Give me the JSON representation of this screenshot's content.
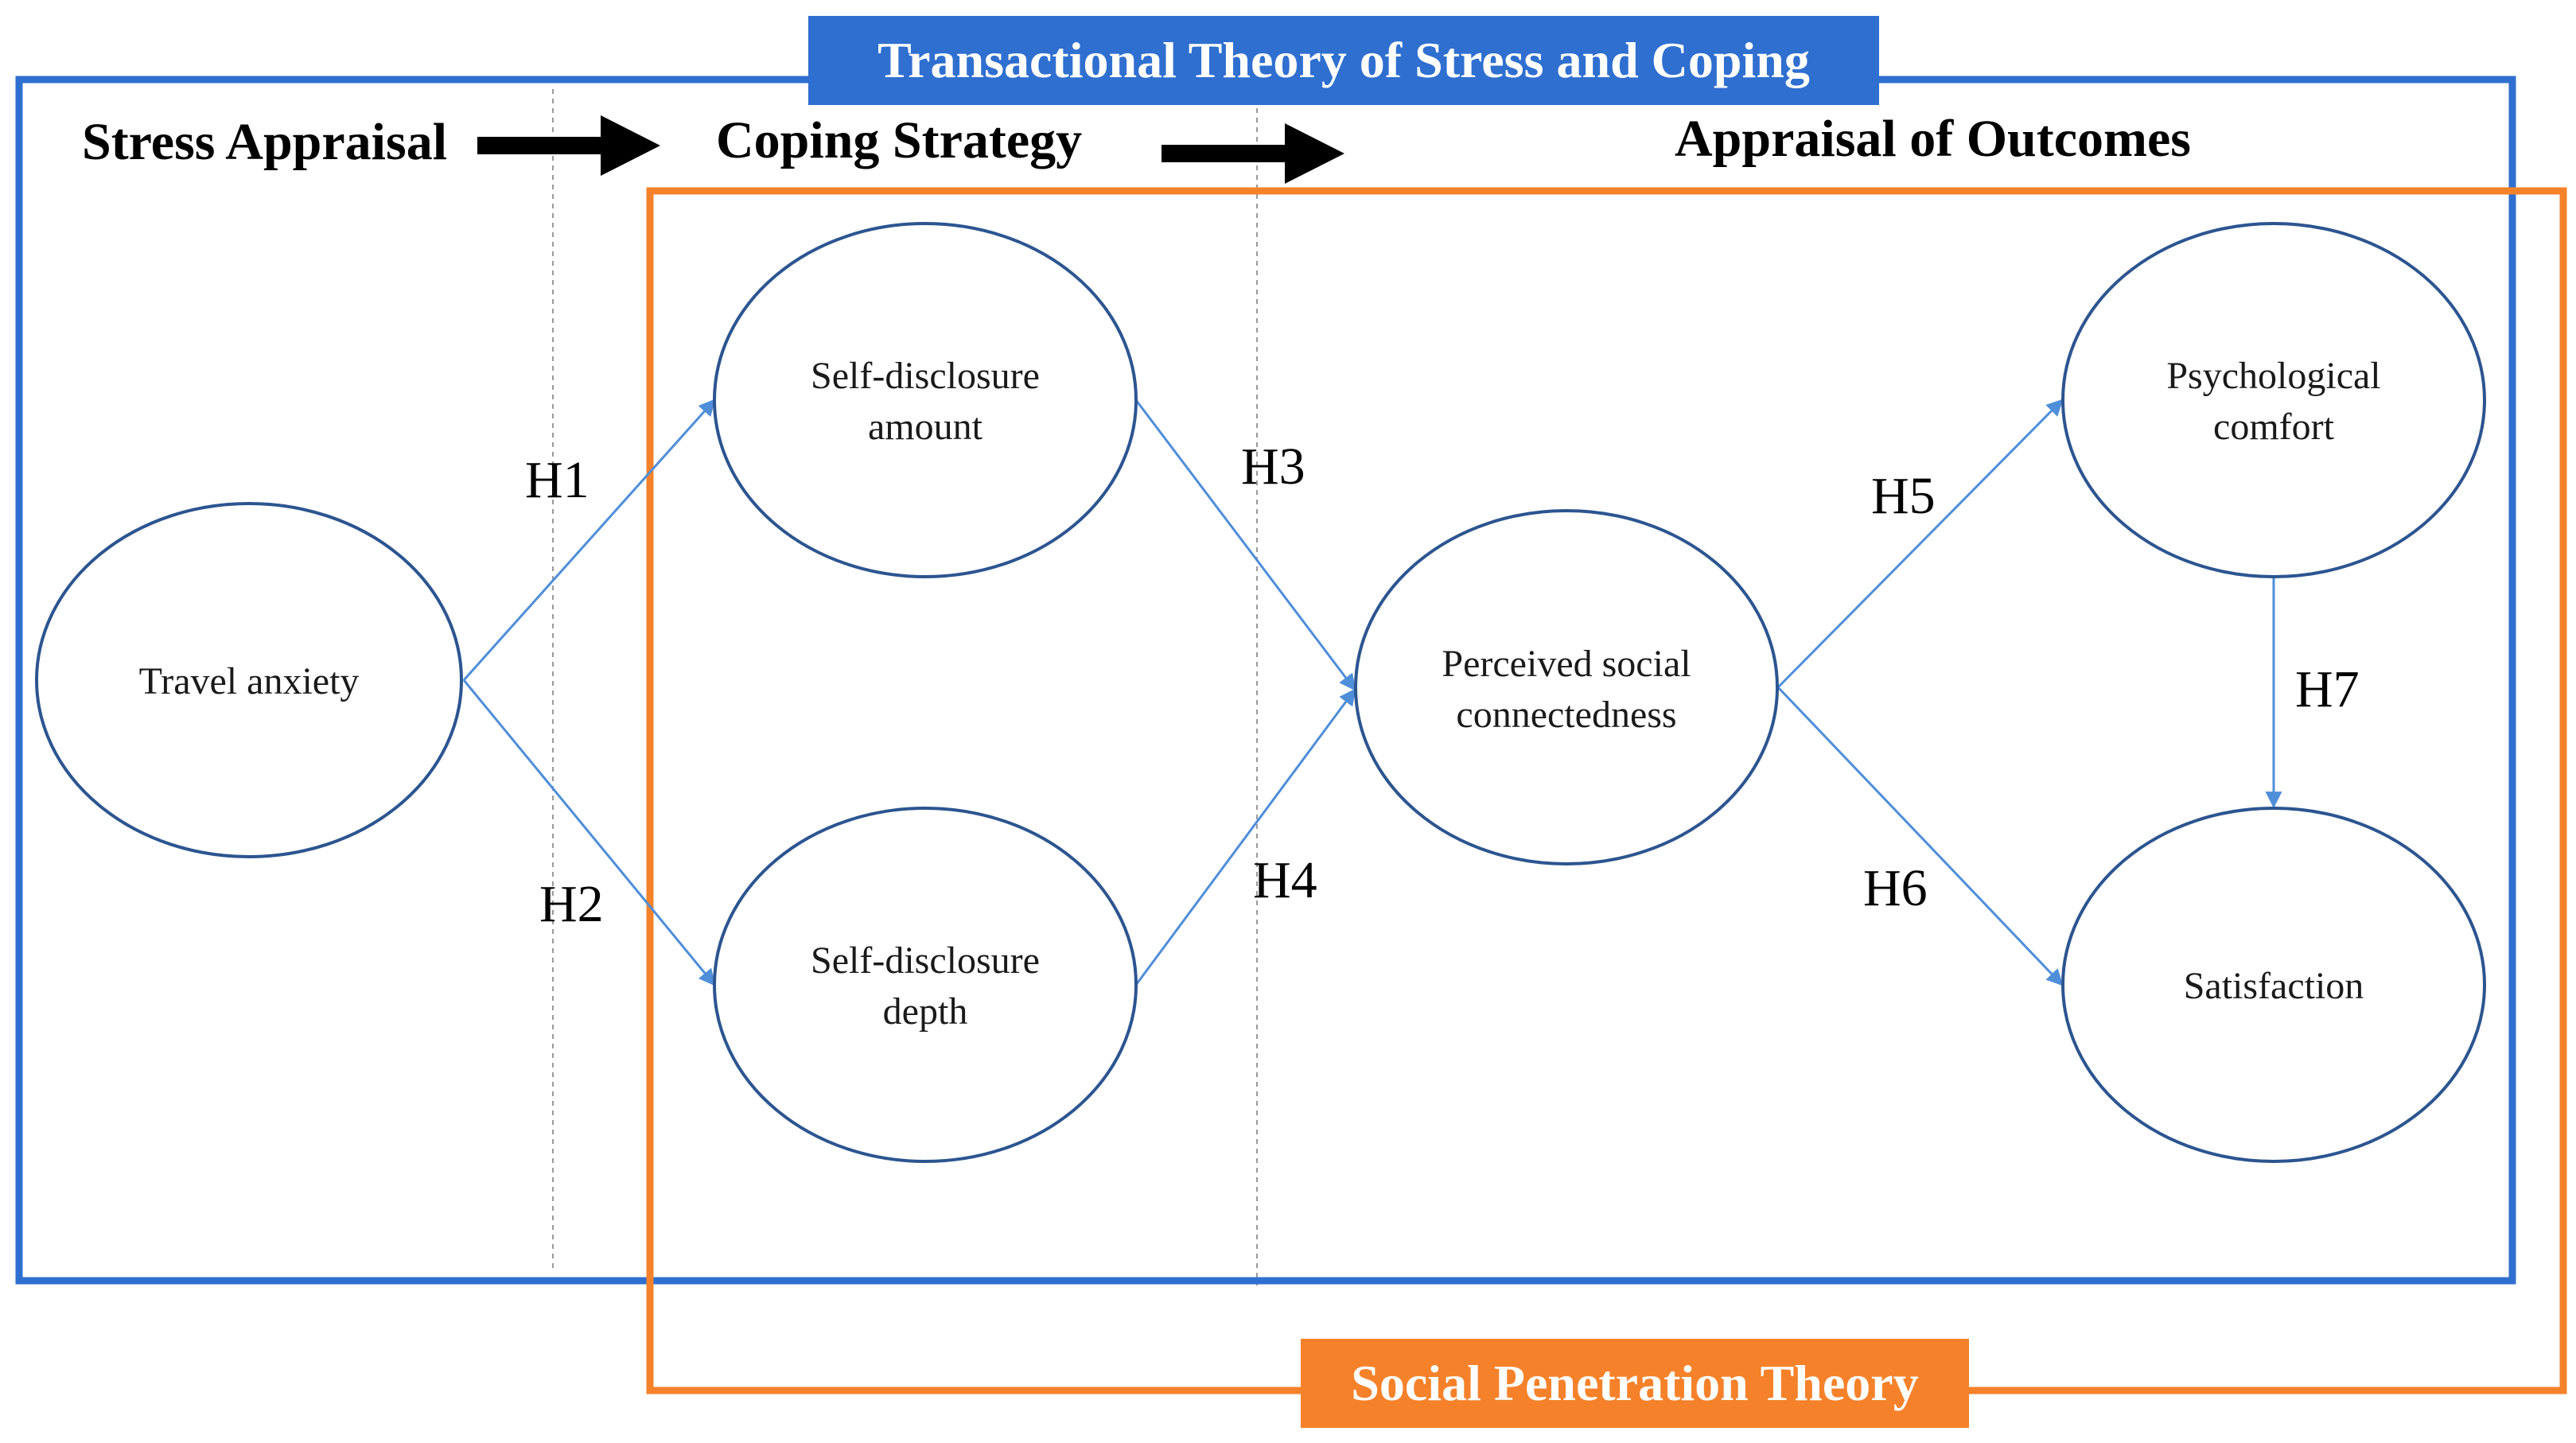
{
  "theories": {
    "transactional": {
      "label": "Transactional Theory of Stress and Coping",
      "color": "#2f6fd0"
    },
    "social_penetration": {
      "label": "Social Penetration Theory",
      "color": "#f5822a"
    }
  },
  "stages": {
    "stress_appraisal": "Stress Appraisal",
    "coping_strategy": "Coping Strategy",
    "appraisal_of_outcomes": "Appraisal of Outcomes"
  },
  "nodes": {
    "travel_anxiety": {
      "lines": [
        "Travel anxiety"
      ]
    },
    "self_disclosure_amount": {
      "lines": [
        "Self-disclosure",
        "amount"
      ]
    },
    "self_disclosure_depth": {
      "lines": [
        "Self-disclosure",
        "depth"
      ]
    },
    "perceived_social_connectedness": {
      "lines": [
        "Perceived social",
        "connectedness"
      ]
    },
    "psychological_comfort": {
      "lines": [
        "Psychological",
        "comfort"
      ]
    },
    "satisfaction": {
      "lines": [
        "Satisfaction"
      ]
    }
  },
  "hypotheses": {
    "h1": "H1",
    "h2": "H2",
    "h3": "H3",
    "h4": "H4",
    "h5": "H5",
    "h6": "H6",
    "h7": "H7"
  },
  "colors": {
    "node_stroke": "#2c5590",
    "arrow": "#4f8ed9",
    "stage_arrow": "#000000",
    "divider": "#9a9a9a"
  }
}
